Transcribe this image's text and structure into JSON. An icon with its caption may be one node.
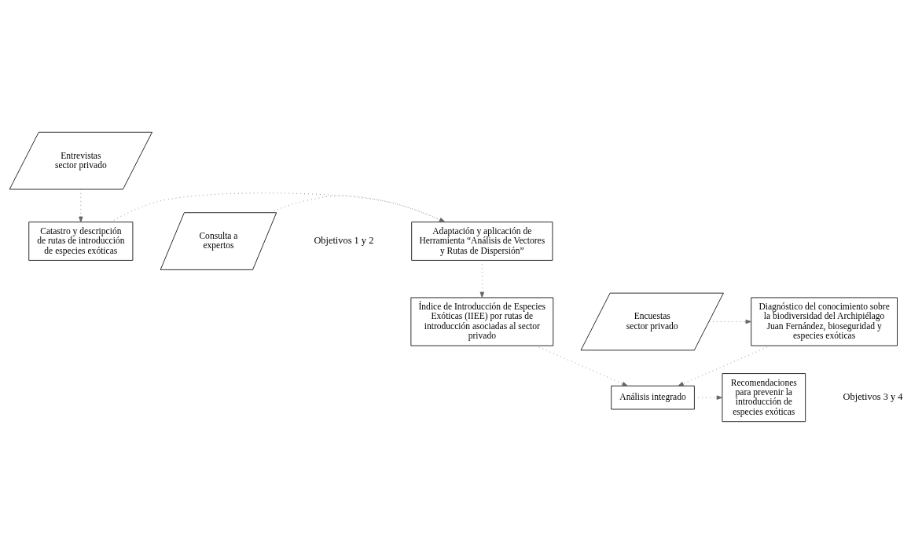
{
  "diagram": {
    "nodes": [
      {
        "text": [
          "Catastro y descripción de rutas de introducción de especies exóticas"
        ]
      },
      {
        "text": [
          "Adaptación y aplicación de Herramienta “Análisis de Vectores y Rutas de Dispersión”"
        ]
      },
      {
        "text": [
          "Consulta a expertos"
        ]
      },
      {
        "text": [
          "Entrevistas sector privado"
        ]
      },
      {
        "text": [
          "Índice de Introducción de Especies Exóticas (IIEE) por rutas de introducción asociadas al sector privado"
        ]
      },
      {
        "text": [
          "Análisis integrado"
        ]
      },
      {
        "text": [
          "Recomendaciones para prevenir la introducción de especies exóticas"
        ]
      },
      {
        "text": [
          "Encuestas sector privado"
        ]
      },
      {
        "text": [
          "Diagnóstico del conocimiento sobre la biodiversidad del Archipiélago Juan Fernández, bioseguridad y especies exóticas"
        ]
      }
    ],
    "edges": [
      {
        "from": 0,
        "to": 1,
        "arrow": "to"
      },
      {
        "from": 2,
        "to": 1,
        "arrow": "to"
      },
      {
        "from": 3,
        "to": 0,
        "arrow": "to"
      },
      {
        "from": 1,
        "to": 4,
        "arrow": "to"
      },
      {
        "from": 4,
        "to": 5,
        "arrow": "to"
      },
      {
        "from": 5,
        "to": 6,
        "arrow": "to"
      },
      {
        "from": 8,
        "to": 5,
        "arrow": "to"
      },
      {
        "from": 7,
        "to": 8,
        "arrow": "to"
      }
    ],
    "labels": [
      "Objetivos 1 y 2",
      "Objetivos 3 y 4"
    ]
  }
}
